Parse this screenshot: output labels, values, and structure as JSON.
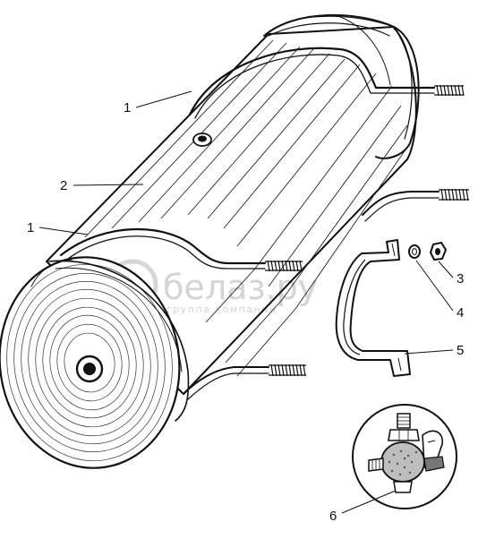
{
  "callouts": [
    {
      "number": "1",
      "part": "strap-upper"
    },
    {
      "number": "2",
      "part": "receiver-tank"
    },
    {
      "number": "1",
      "part": "strap-lower"
    },
    {
      "number": "3",
      "part": "nut"
    },
    {
      "number": "4",
      "part": "washer"
    },
    {
      "number": "5",
      "part": "bracket"
    },
    {
      "number": "6",
      "part": "drain-valve"
    }
  ],
  "watermark": {
    "brand": "белаз.ру",
    "tagline": "группа компаний"
  }
}
